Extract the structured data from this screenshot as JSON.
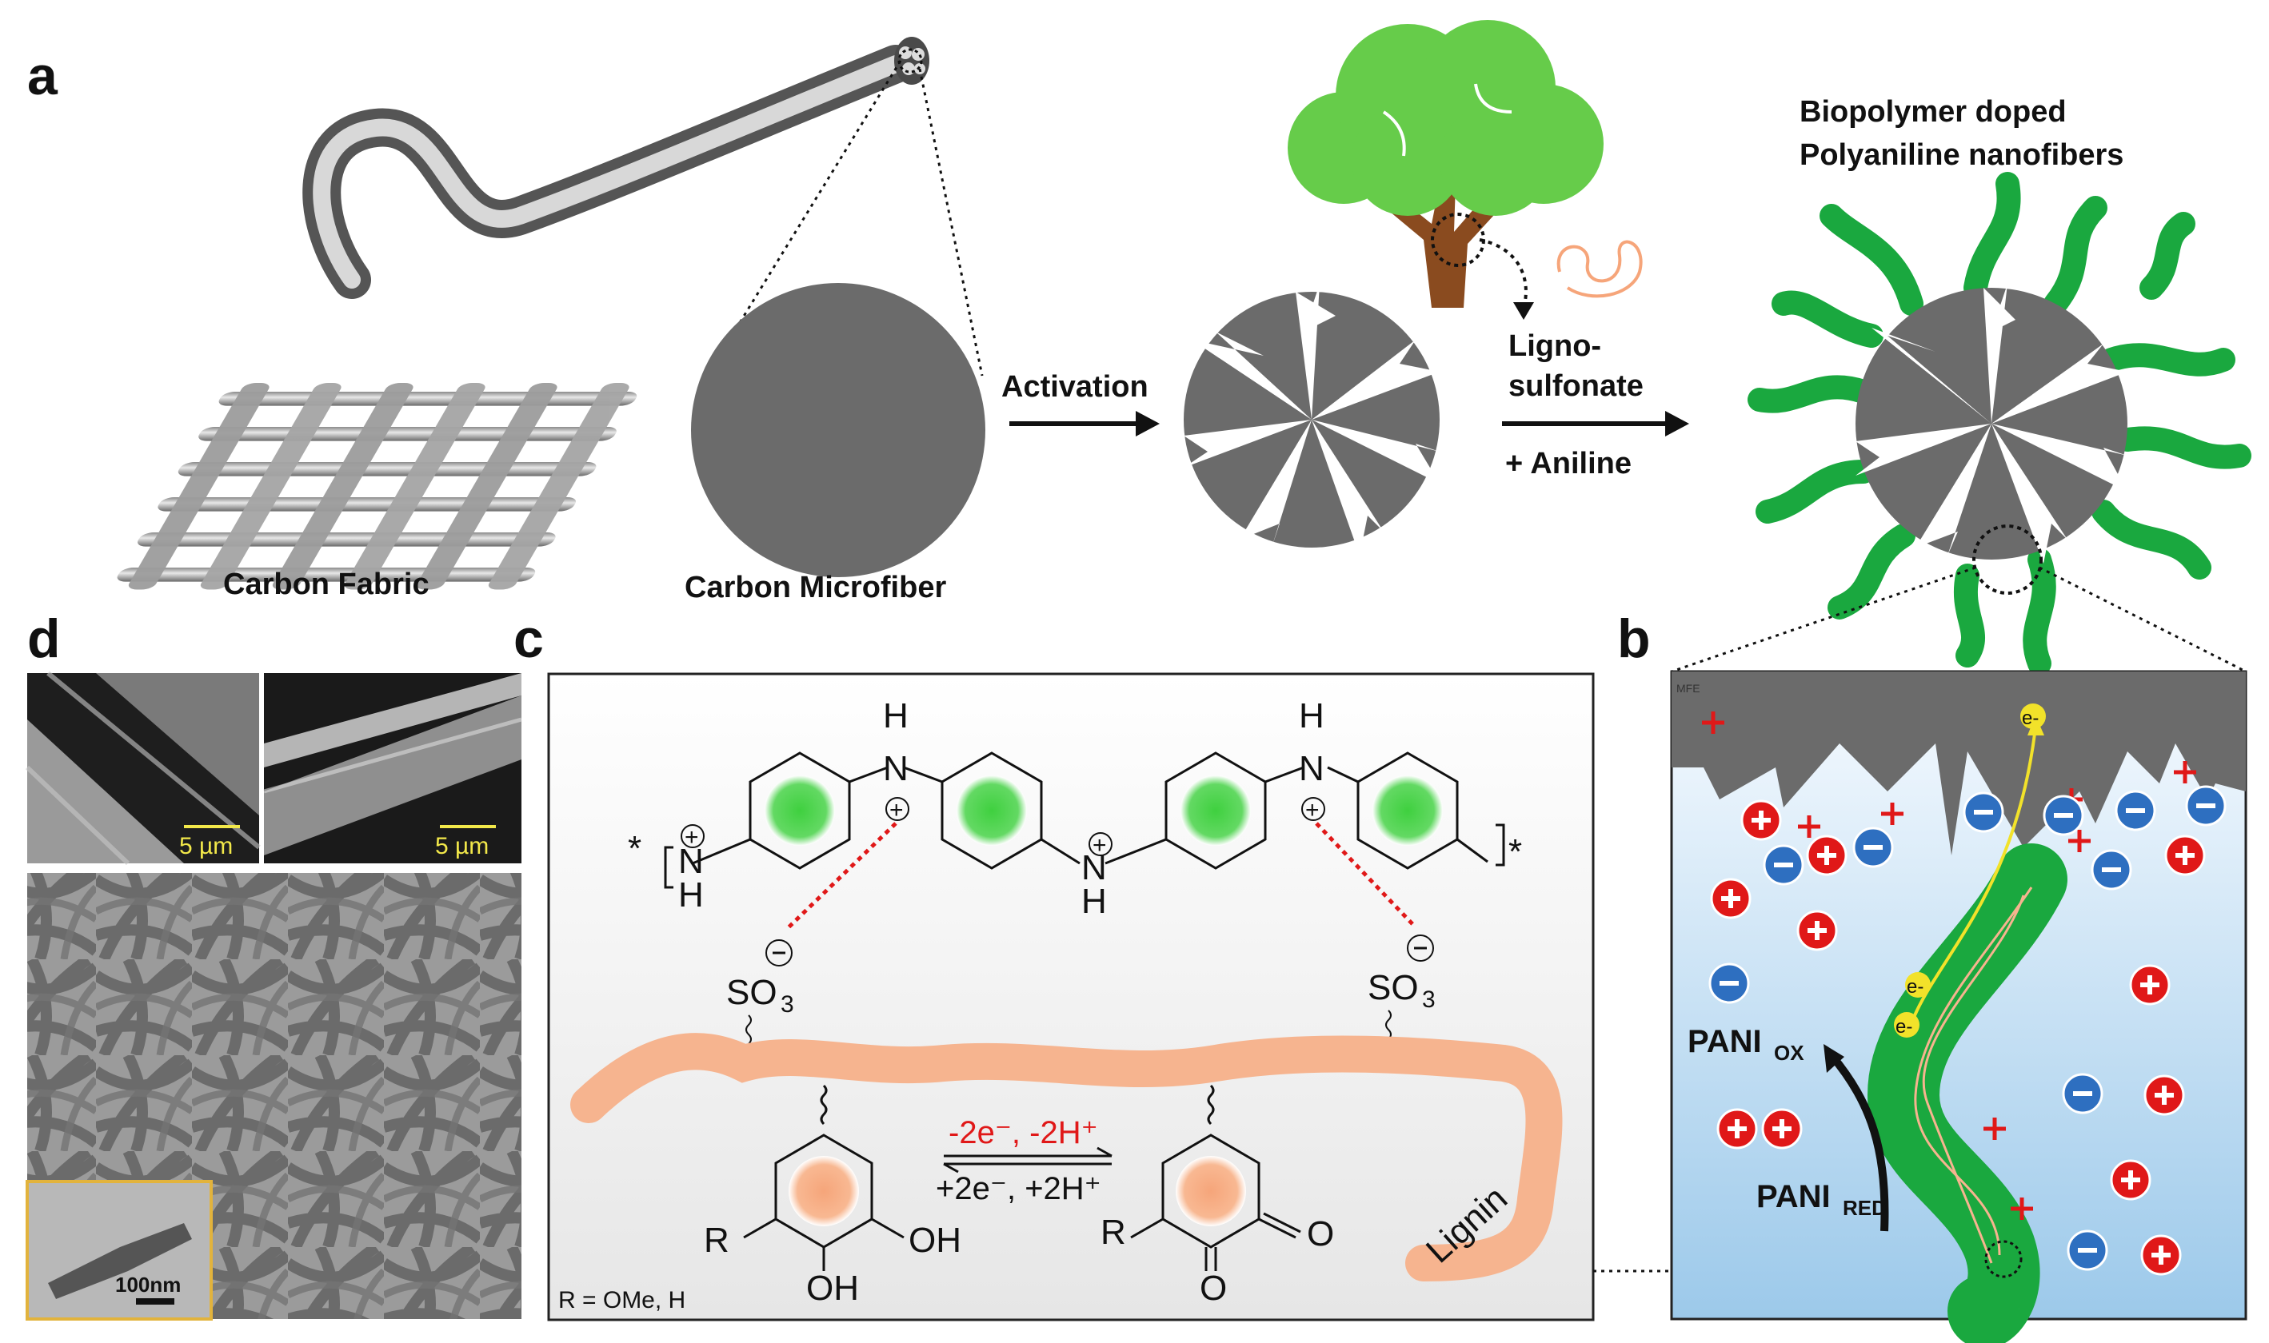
{
  "panels": {
    "a": {
      "letter": "a",
      "carbon_fabric": "Carbon Fabric",
      "carbon_microfiber": "Carbon Microfiber",
      "activation": "Activation",
      "ligno_line1": "Ligno-",
      "ligno_line2": "sulfonate",
      "aniline": "+ Aniline",
      "title_line1": "Biopolymer doped",
      "title_line2": "Polyaniline nanofibers"
    },
    "b": {
      "letter": "b",
      "pani_ox": "PANI",
      "pani_ox_sub": "OX",
      "pani_red": "PANI",
      "pani_red_sub": "RED",
      "electron": "e-",
      "tiny_label": "MFE"
    },
    "c": {
      "letter": "c",
      "H": "H",
      "N": "N",
      "star": "*",
      "SO3": "SO",
      "SO3_sub": "3",
      "redox_top": "-2e⁻, -2H⁺",
      "redox_bottom": "+2e⁻, +2H⁺",
      "R": "R",
      "OH": "OH",
      "O": "O",
      "lignin": "Lignin",
      "r_def": "R = OMe, H"
    },
    "d": {
      "letter": "d",
      "scale1": "5 µm",
      "scale2": "5 µm",
      "scale3": "100nm"
    }
  },
  "colors": {
    "green": "#1a9e3f",
    "bright_green": "#3fd03f",
    "lignin": "#f6b48f",
    "gray": "#6b6b6b",
    "red": "#e01818",
    "blue": "#2e6fc0",
    "yellow": "#f2e22a"
  }
}
